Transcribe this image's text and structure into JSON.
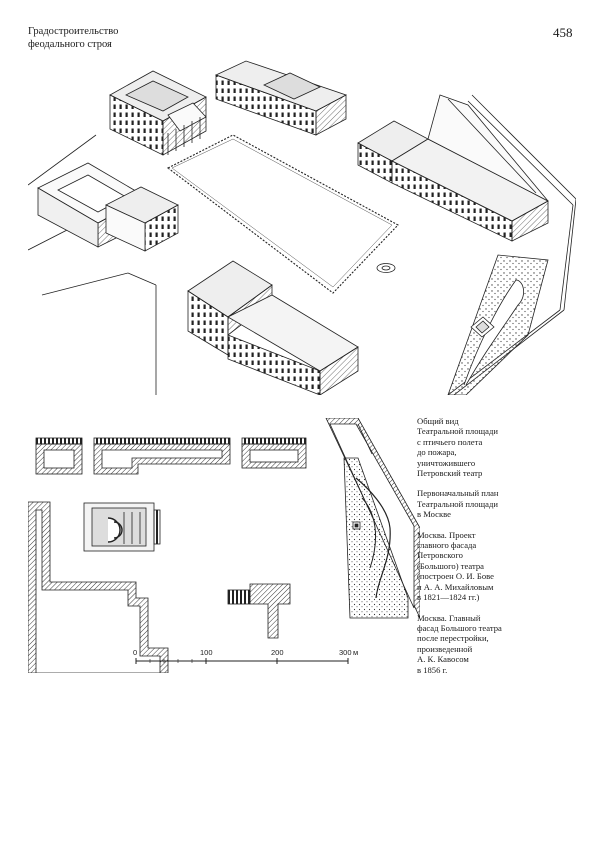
{
  "header": {
    "title_line1": "Градостроительство",
    "title_line2": "феодального строя",
    "page_number": "458"
  },
  "captions": [
    {
      "lines": [
        "Общий вид",
        "Театральной площади",
        "с птичьего полета",
        "до пожара,",
        "уничтожившего",
        "Петровский театр"
      ]
    },
    {
      "lines": [
        "Первоначальный план",
        "Театральной площади",
        "в Москве"
      ]
    },
    {
      "lines": [
        "Москва. Проект",
        "главного фасада",
        "Петровского",
        "(Большого) театра",
        "(построен О. И. Бове",
        "и А. А. Михайловым",
        "в 1821—1824 гг.)"
      ]
    },
    {
      "lines": [
        "Москва. Главный",
        "фасад Большого театра",
        "после перестройки,",
        "произведенной",
        "А. К. Кавосом",
        "в 1856 г."
      ]
    }
  ],
  "scale_bar": {
    "labels": [
      "0",
      "100",
      "200",
      "300"
    ],
    "unit": "м"
  }
}
